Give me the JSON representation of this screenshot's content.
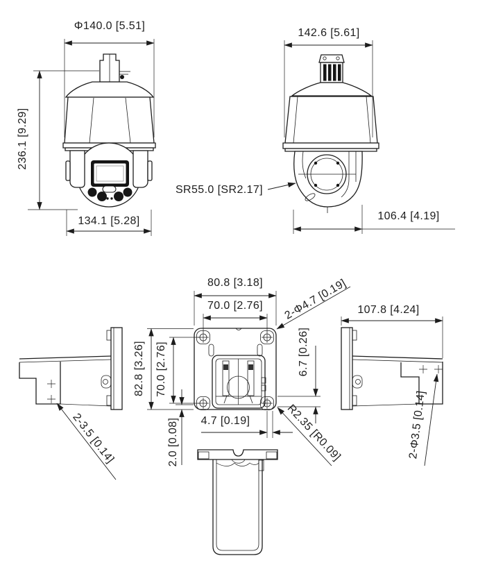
{
  "document": {
    "type": "technical-dimension-drawing",
    "subject": "PTZ dome camera and wall-mount bracket",
    "colors": {
      "line": "#1d1d1d",
      "background": "#ffffff"
    }
  },
  "views": {
    "camera_front": {
      "dims": {
        "diameter": "Φ140.0 [5.51]",
        "height": "236.1 [9.29]",
        "width_bottom": "134.1 [5.28]"
      }
    },
    "camera_side": {
      "dims": {
        "width_top": "142.6 [5.61]",
        "sphere_radius": "SR55.0 [SR2.17]",
        "width_bottom": "106.4 [4.19]"
      }
    },
    "bracket_front": {
      "dims": {
        "width_outer": "80.8 [3.18]",
        "hole_span_h": "70.0 [2.76]",
        "corner_holes": "2-Φ4.7 [0.19]",
        "height_outer": "82.8 [3.26]",
        "hole_span_v": "70.0 [2.76]",
        "edge_offset": "6.7 [0.26]",
        "tab_offset": "4.7 [0.19]",
        "plate_thickness": "2.0 [0.08]",
        "corner_radius": "R2.35 [R0.09]"
      }
    },
    "bracket_left_side": {
      "dims": {
        "arm_holes": "2-3.5 [0.14]"
      }
    },
    "bracket_right_side": {
      "dims": {
        "arm_length": "107.8 [4.24]",
        "arm_holes": "2-Φ3.5 [0.14]"
      }
    }
  }
}
